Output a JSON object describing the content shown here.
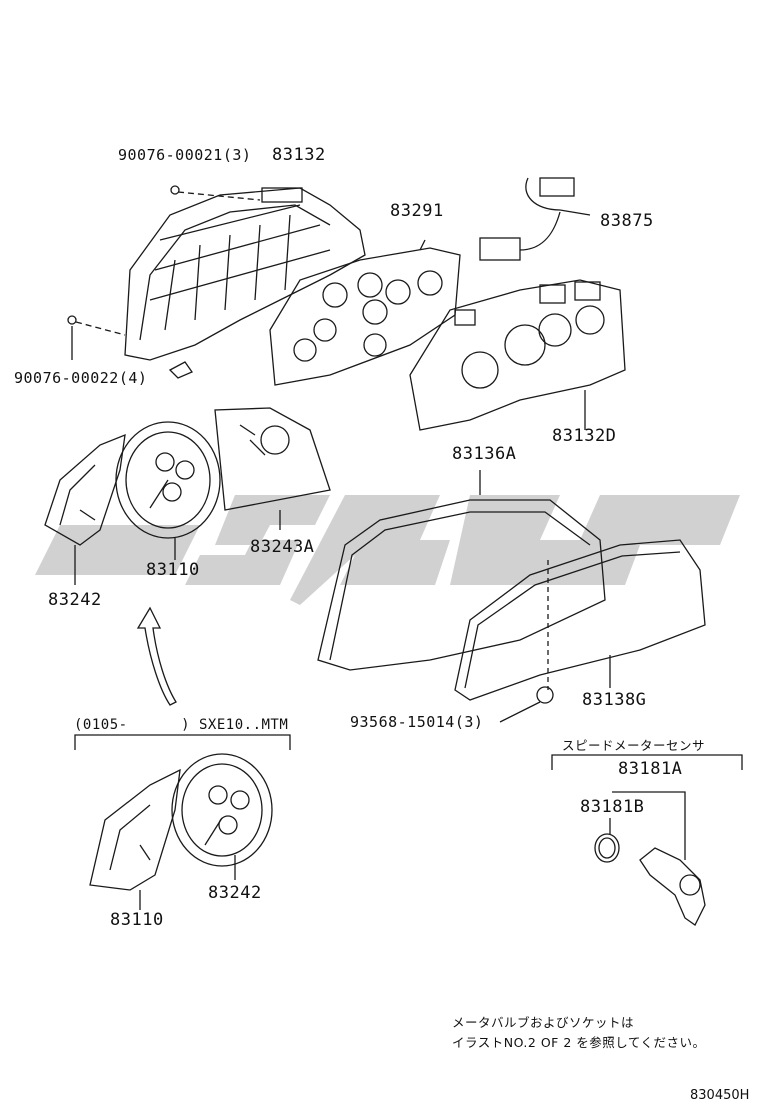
{
  "labels": {
    "bolt_top": "90076-00021(3)",
    "p83132": "83132",
    "p83291": "83291",
    "p83875": "83875",
    "bolt_left": "90076-00022(4)",
    "p83132D": "83132D",
    "p83136A": "83136A",
    "p83243A": "83243A",
    "p83110_a": "83110",
    "p83242_a": "83242",
    "variant_note": "(0105-      ) SXE10..MTM",
    "screw": "93568-15014(3)",
    "p83138G": "83138G",
    "sensor_jp": "スピードメーターセンサ",
    "p83181A": "83181A",
    "p83181B": "83181B",
    "p83242_b": "83242",
    "p83110_b": "83110",
    "note_line1": "メータバルブおよびソケットは",
    "note_line2": "イラストNO.2 OF 2 を参照してください。",
    "drawing_code": "830450H"
  },
  "colors": {
    "line": "#1a1a1a",
    "watermark": "#c8c8c8"
  }
}
